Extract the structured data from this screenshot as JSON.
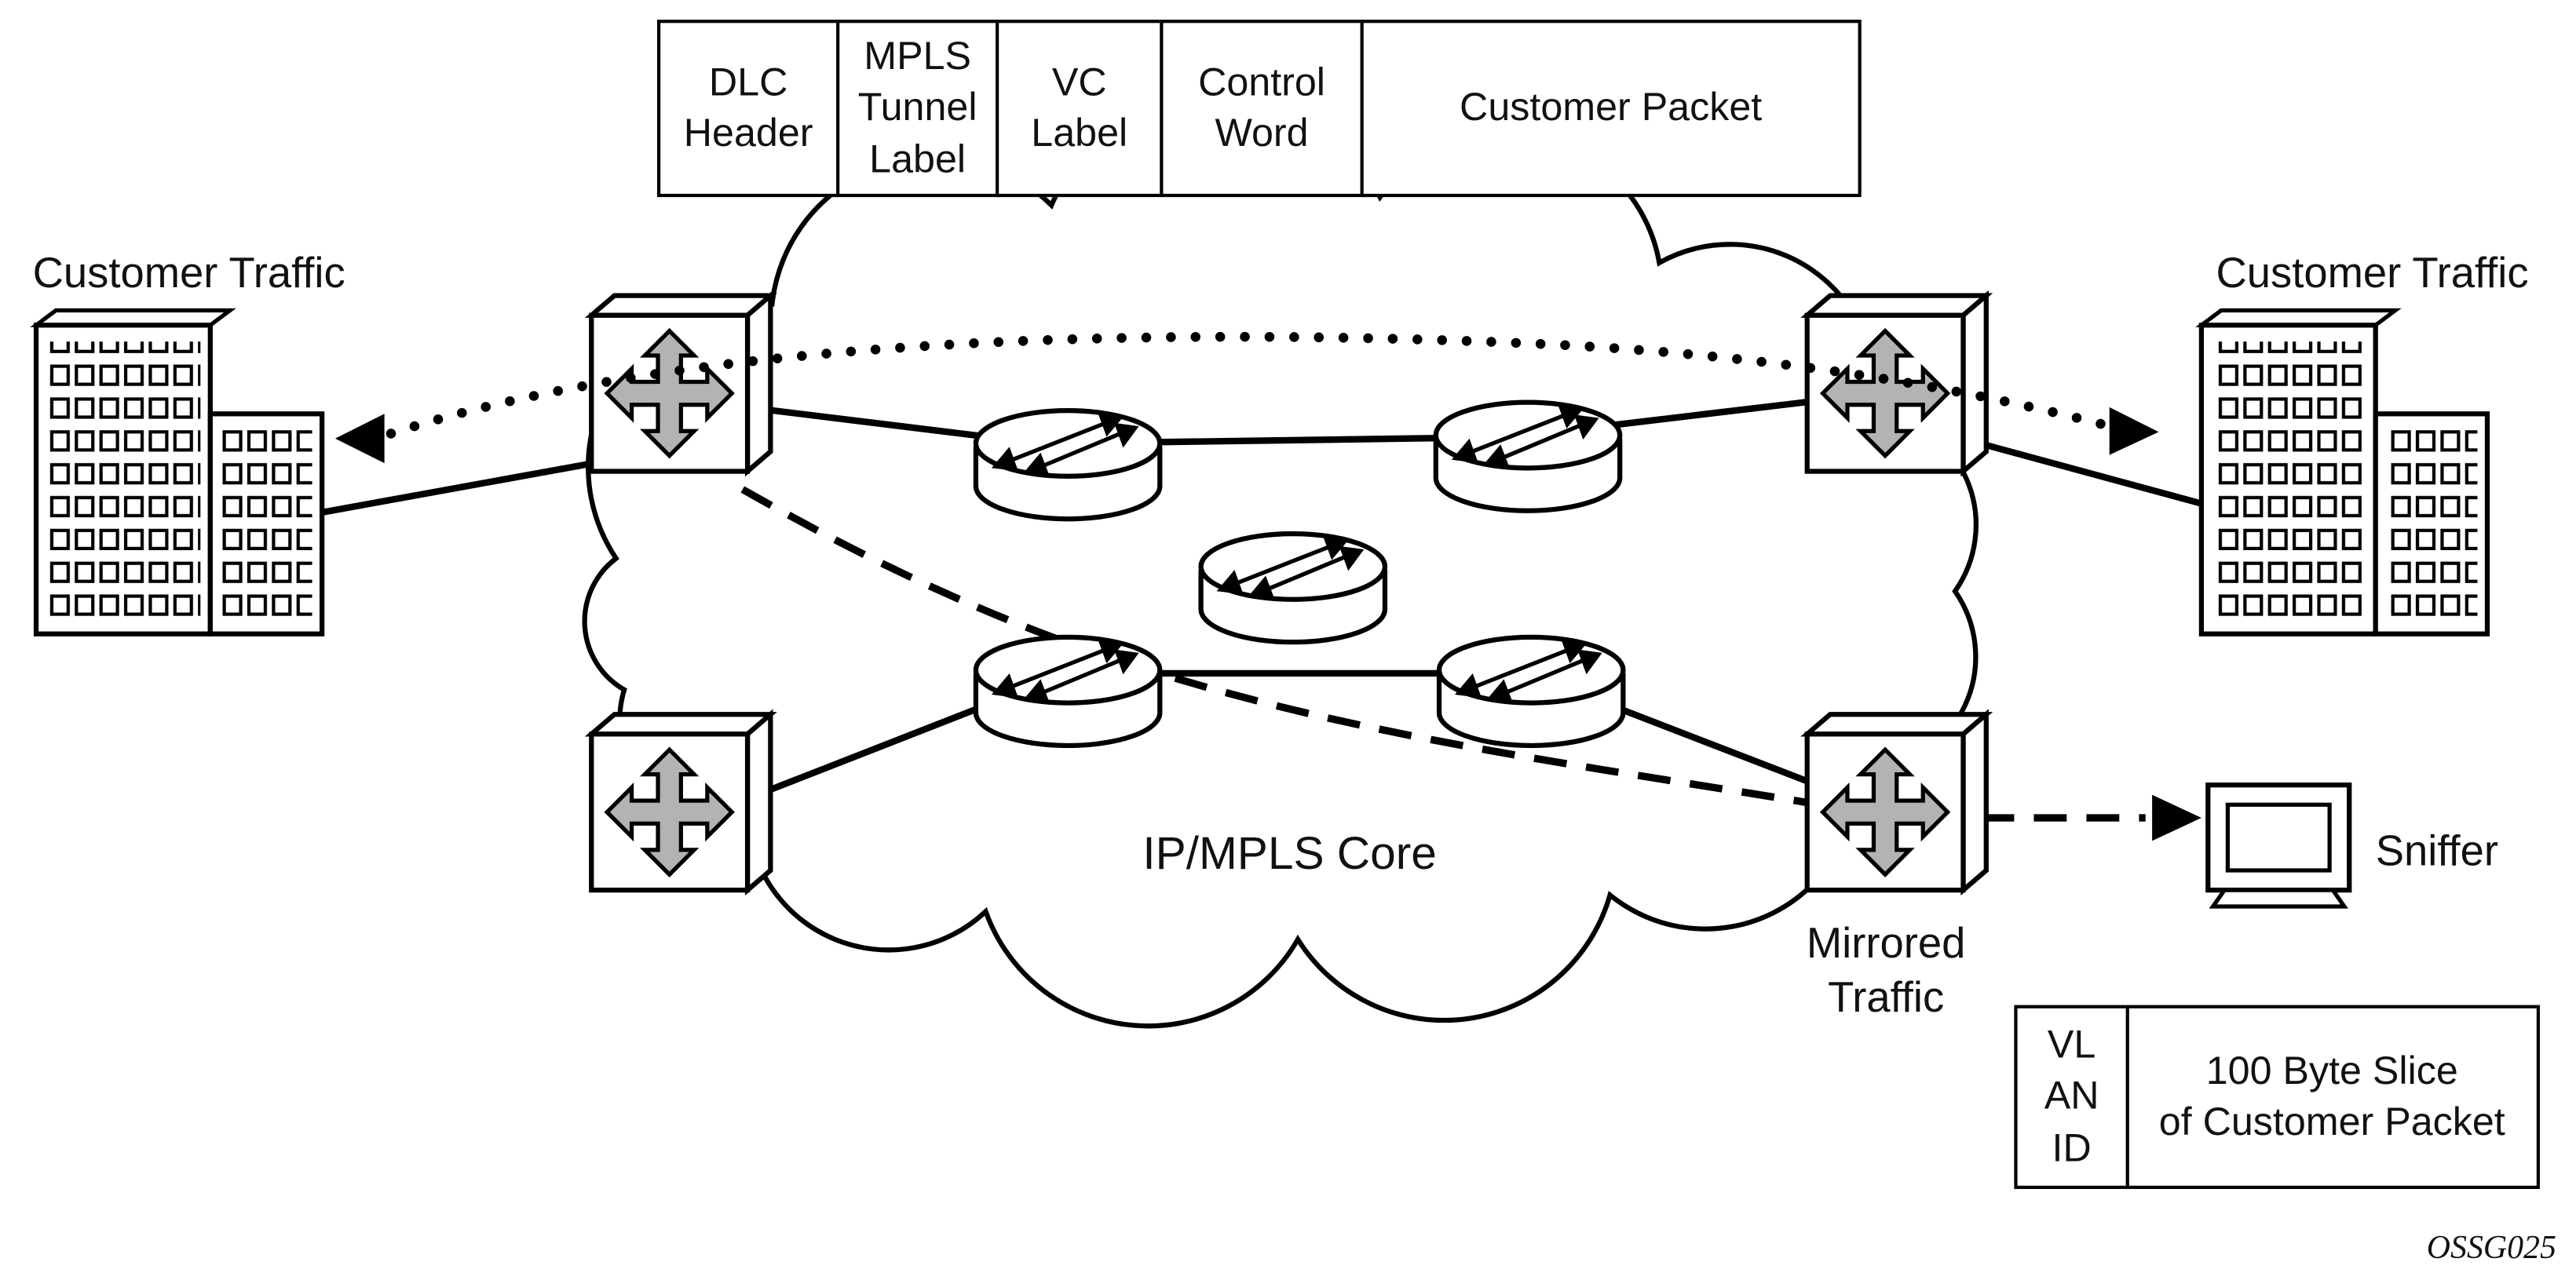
{
  "packet_header_table": {
    "cells": [
      "DLC\nHeader",
      "MPLS\nTunnel\nLabel",
      "VC\nLabel",
      "Control\nWord",
      "Customer Packet"
    ]
  },
  "vlan_slice_table": {
    "cells": [
      "VL\nAN\nID",
      "100 Byte Slice\nof Customer Packet"
    ]
  },
  "labels": {
    "customer_traffic_left": "Customer Traffic",
    "customer_traffic_right": "Customer Traffic",
    "core_cloud": "IP/MPLS Core",
    "mirrored_traffic": "Mirrored\nTraffic",
    "sniffer": "Sniffer",
    "figure_code": "OSSG025"
  },
  "diagram_colors": {
    "switch_arrow_fill": "#b3b3b3",
    "line_color": "#000000",
    "background": "#ffffff"
  },
  "icons": {
    "router-icon": "cylinder-with-crossing-arrows",
    "switch-icon": "cube-with-four-way-arrow",
    "building-icon": "windowed-office-building",
    "sniffer-icon": "monitor-screen"
  }
}
